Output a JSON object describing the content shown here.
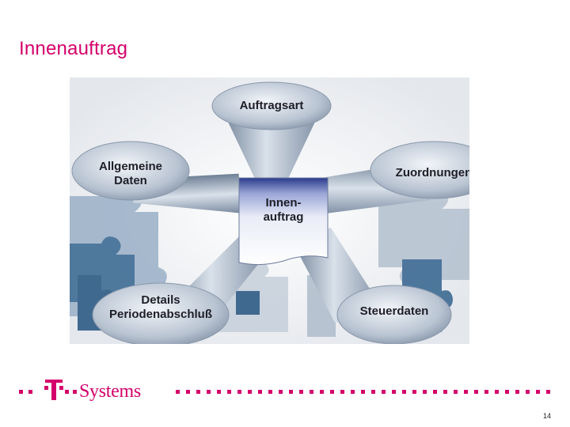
{
  "slide": {
    "title": "Innenauftrag",
    "page_number": "14"
  },
  "diagram": {
    "center": {
      "line1": "Innen-",
      "line2": "auftrag"
    },
    "petals": {
      "top": {
        "line1": "Auftragsart"
      },
      "top_left": {
        "line1": "Allgemeine",
        "line2": "Daten"
      },
      "top_right": {
        "line1": "Zuordnungen"
      },
      "bottom_left": {
        "line1": "Details",
        "line2": "Periodenabschluß"
      },
      "bottom_right": {
        "line1": "Steuerdaten"
      }
    }
  },
  "footer": {
    "brand": "Systems",
    "colors": {
      "brand": "#d4006b"
    }
  }
}
